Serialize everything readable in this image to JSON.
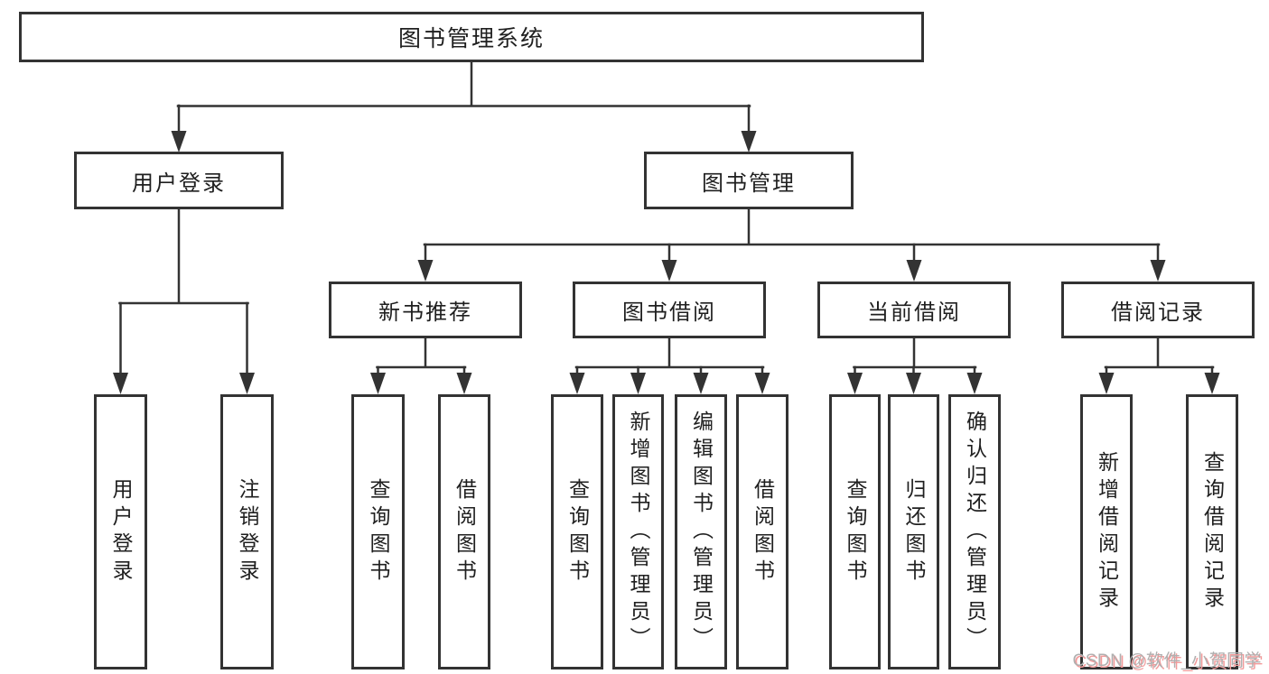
{
  "diagram": {
    "root": {
      "label": "图书管理系统"
    },
    "level2": [
      {
        "label": "用户登录",
        "leaves": [
          {
            "label": "用户登录"
          },
          {
            "label": "注销登录"
          }
        ]
      },
      {
        "label": "图书管理"
      }
    ],
    "level3": [
      {
        "label": "新书推荐",
        "leaves": [
          {
            "label": "查询图书"
          },
          {
            "label": "借阅图书"
          }
        ]
      },
      {
        "label": "图书借阅",
        "leaves": [
          {
            "label": "查询图书"
          },
          {
            "label": "新增图书（管理员）"
          },
          {
            "label": "编辑图书（管理员）"
          },
          {
            "label": "借阅图书"
          }
        ]
      },
      {
        "label": "当前借阅",
        "leaves": [
          {
            "label": "查询图书"
          },
          {
            "label": "归还图书"
          },
          {
            "label": "确认归还（管理员）"
          }
        ]
      },
      {
        "label": "借阅记录",
        "leaves": [
          {
            "label": "新增借阅记录"
          },
          {
            "label": "查询借阅记录"
          }
        ]
      }
    ]
  },
  "watermark": {
    "text": "CSDN @软件_小贺同学"
  },
  "colors": {
    "line": "#333333",
    "text": "#1f1f1f",
    "background": "#ffffff",
    "watermark": "#b0b0b0",
    "watermark_shadow": "#f29b9b"
  }
}
